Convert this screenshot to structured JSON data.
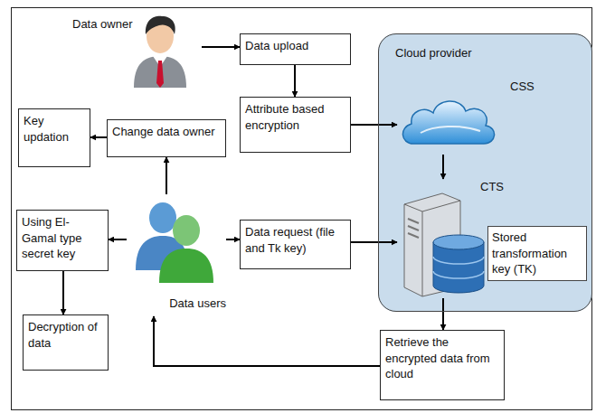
{
  "diagram": {
    "nodes": [
      {
        "text": [
          "Data owner"
        ]
      },
      {
        "text": [
          "Data upload"
        ]
      },
      {
        "text": [
          "Cloud provider"
        ]
      },
      {
        "text": [
          "CSS"
        ],
        "in": 2
      },
      {
        "text": [
          "Attribute based encryption"
        ]
      },
      {
        "text": [
          "Key updation"
        ]
      },
      {
        "text": [
          "Change data owner"
        ]
      },
      {
        "text": [
          "CTS",
          "Stored transformation key (TK)"
        ],
        "in": 2
      },
      {
        "text": [
          "Data users"
        ]
      },
      {
        "text": [
          "Using El-Gamal type secret key"
        ]
      },
      {
        "text": [
          "Data request (file and Tk key)"
        ]
      },
      {
        "text": [
          "Decryption of data"
        ]
      },
      {
        "text": [
          "Retrieve the encrypted data from cloud"
        ]
      }
    ],
    "edges": [
      {
        "from": 0,
        "to": 1,
        "arrow": "to"
      },
      {
        "from": 1,
        "to": 4,
        "arrow": "to"
      },
      {
        "from": 4,
        "to": 3,
        "arrow": "to"
      },
      {
        "from": 3,
        "to": 7,
        "arrow": "to"
      },
      {
        "from": 8,
        "to": 6,
        "arrow": "to"
      },
      {
        "from": 6,
        "to": 5,
        "arrow": "to"
      },
      {
        "from": 8,
        "to": 9,
        "arrow": "to"
      },
      {
        "from": 9,
        "to": 11,
        "arrow": "to"
      },
      {
        "from": 8,
        "to": 10,
        "arrow": "to"
      },
      {
        "from": 10,
        "to": 7,
        "arrow": "to"
      },
      {
        "from": 7,
        "to": 12,
        "arrow": "to"
      },
      {
        "from": 12,
        "to": 8,
        "arrow": "to"
      }
    ]
  }
}
